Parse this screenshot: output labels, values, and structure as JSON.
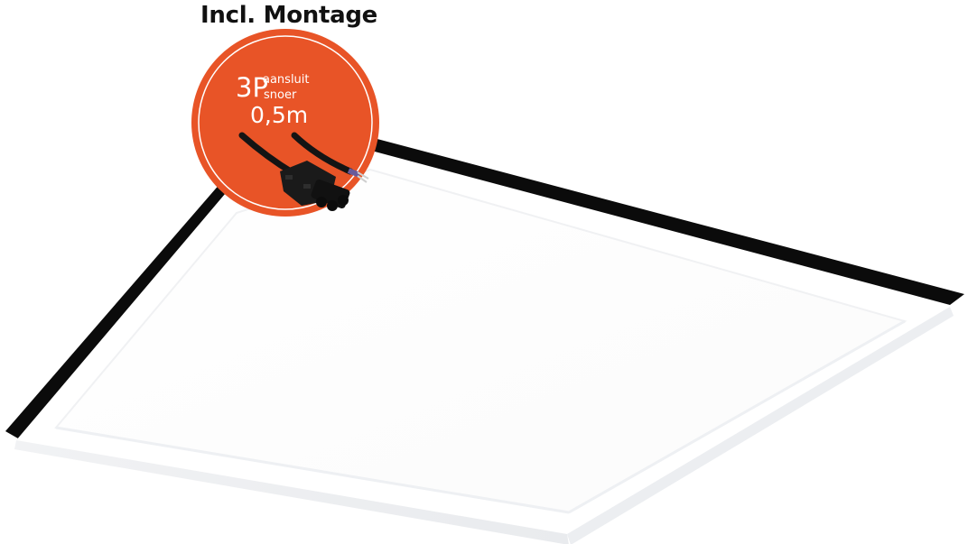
{
  "headline": "Incl. Montage",
  "badge": {
    "connector": "3P",
    "label_line1": "aansluit",
    "label_line2": "snoer",
    "length": "0,5m",
    "color": "#e85427"
  },
  "colors": {
    "frame": "#0b0b0b",
    "panel": "#ffffff",
    "panel_edge": "#eef0f2",
    "connector": "#1a1a1a"
  },
  "icons": {
    "panel": "led-panel-icon",
    "connector": "3-pin-connector-icon"
  }
}
